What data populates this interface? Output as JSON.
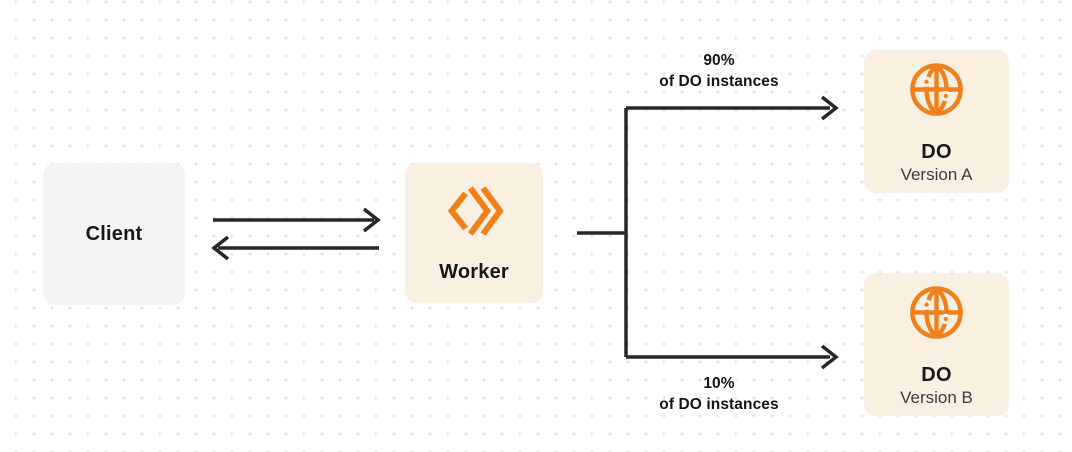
{
  "diagram": {
    "nodes": {
      "client": {
        "label": "Client"
      },
      "worker": {
        "label": "Worker",
        "icon": "workers-brackets-icon"
      },
      "do_a": {
        "title": "DO",
        "subtitle": "Version A",
        "icon": "globe-icon"
      },
      "do_b": {
        "title": "DO",
        "subtitle": "Version B",
        "icon": "globe-icon"
      }
    },
    "edges": {
      "client_worker": {
        "style": "double-arrow-bidirectional"
      },
      "split_top": {
        "percent": "90%",
        "caption": "of DO instances"
      },
      "split_bottom": {
        "percent": "10%",
        "caption": "of DO instances"
      }
    },
    "colors": {
      "accent_orange": "#f0801c",
      "node_cream": "#faf0e1",
      "node_gray": "#f4f4f5",
      "connector": "#26262b",
      "text_primary": "#18181b",
      "text_secondary": "#3b3b41",
      "grid_dot": "#e6e6e9"
    }
  }
}
